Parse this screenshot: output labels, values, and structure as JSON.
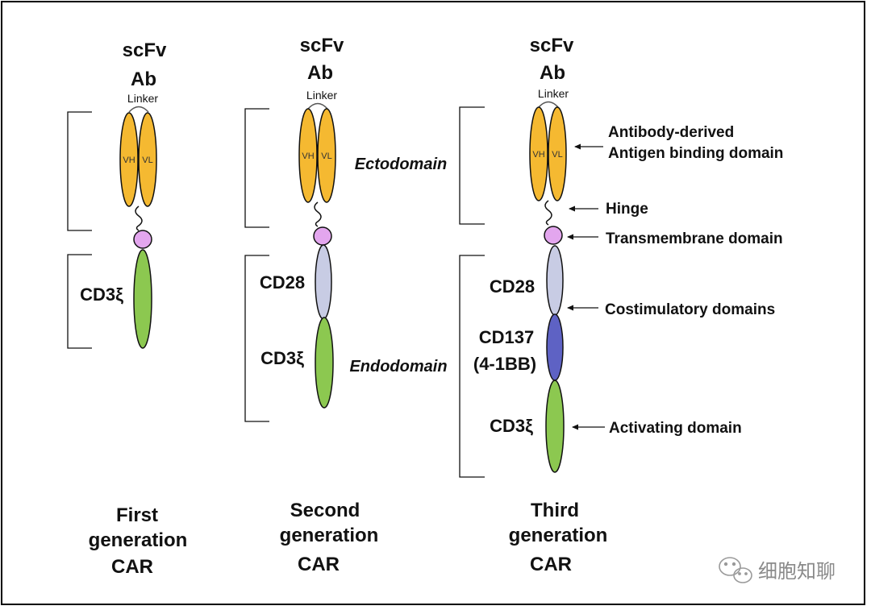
{
  "colors": {
    "vh_vl": "#f5b931",
    "transmembrane": "#e3a6ee",
    "cd3": "#8cc850",
    "cd28": "#c8cce4",
    "cd137": "#5e62c4",
    "outline": "#111111"
  },
  "shared": {
    "scfv": "scFv",
    "ab": "Ab",
    "linker": "Linker",
    "vh": "VH",
    "vl": "VL",
    "cd3": "CD3ξ",
    "cd28": "CD28"
  },
  "first": {
    "caption_line1": "First",
    "caption_line2": "generation",
    "caption_line3": "CAR"
  },
  "second": {
    "ectodomain": "Ectodomain",
    "endodomain": "Endodomain",
    "caption_line1": "Second",
    "caption_line2": "generation",
    "caption_line3": "CAR"
  },
  "third": {
    "cd137_line1": "CD137",
    "cd137_line2": "(4-1BB)",
    "ann_antigen_line1": "Antibody-derived",
    "ann_antigen_line2": "Antigen binding domain",
    "ann_hinge": "Hinge",
    "ann_transmembrane": "Transmembrane  domain",
    "ann_costim": "Costimulatory domains",
    "ann_activating": "Activating domain",
    "caption_line1": "Third",
    "caption_line2": "generation",
    "caption_line3": "CAR"
  },
  "watermark": {
    "icon": "wechat-icon",
    "text": "细胞知聊"
  }
}
